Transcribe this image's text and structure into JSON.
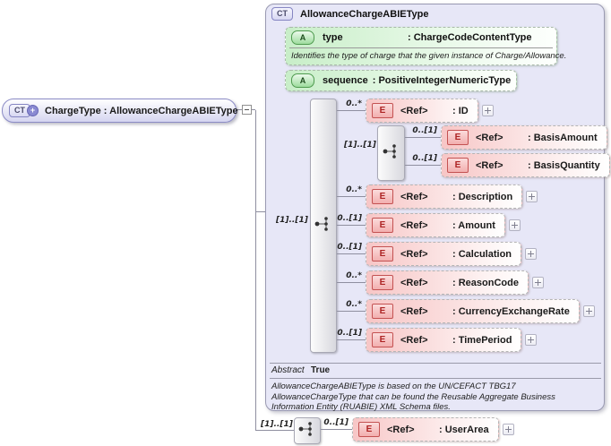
{
  "root_node": {
    "badge": "CT",
    "plus_badge": "+",
    "label": "ChargeType : AllowanceChargeABIEType"
  },
  "type_box": {
    "badge": "CT",
    "title": "AllowanceChargeABIEType",
    "attributes": [
      {
        "badge": "A",
        "name": "type",
        "type": ": ChargeCodeContentType",
        "doc": "Identifies the type of charge that the given instance of Charge/Allowance."
      },
      {
        "badge": "A",
        "name": "sequence",
        "type": ": PositiveIntegerNumericType"
      }
    ],
    "sequence_cardinality": "[1]..[1]",
    "elements": [
      {
        "cardinality": "0..*",
        "badge": "E",
        "tag": "<Ref>",
        "name": ": ID"
      },
      {
        "cardinality": "0..*",
        "badge": "E",
        "tag": "<Ref>",
        "name": ": Description"
      },
      {
        "cardinality": "0..[1]",
        "badge": "E",
        "tag": "<Ref>",
        "name": ": Amount"
      },
      {
        "cardinality": "0..[1]",
        "badge": "E",
        "tag": "<Ref>",
        "name": ": Calculation"
      },
      {
        "cardinality": "0..*",
        "badge": "E",
        "tag": "<Ref>",
        "name": ": ReasonCode"
      },
      {
        "cardinality": "0..*",
        "badge": "E",
        "tag": "<Ref>",
        "name": ": CurrencyExchangeRate"
      },
      {
        "cardinality": "0..[1]",
        "badge": "E",
        "tag": "<Ref>",
        "name": ": TimePeriod"
      }
    ],
    "basis_group": {
      "cardinality": "[1]..[1]",
      "elements": [
        {
          "cardinality": "0..[1]",
          "badge": "E",
          "tag": "<Ref>",
          "name": ": BasisAmount"
        },
        {
          "cardinality": "0..[1]",
          "badge": "E",
          "tag": "<Ref>",
          "name": ": BasisQuantity"
        }
      ]
    },
    "abstract_label": "Abstract",
    "abstract_value": "True",
    "note": "AllowanceChargeABIEType is based on the UN/CEFACT TBG17 AllowanceChargeType that can be found the Reusable Aggregate Business Information Entity (RUABIE) XML Schema files."
  },
  "user_area_group": {
    "cardinality": "[1]..[1]",
    "element": {
      "cardinality": "0..[1]",
      "badge": "E",
      "tag": "<Ref>",
      "name": ": UserArea"
    }
  },
  "colors": {
    "container_fill": "#e7e7f7",
    "element_fill": "#f7c6c6",
    "attribute_fill": "#c8eec8",
    "element_border": "#c45252",
    "attribute_border": "#4f9b4f",
    "node_border": "#8c8cc6"
  }
}
